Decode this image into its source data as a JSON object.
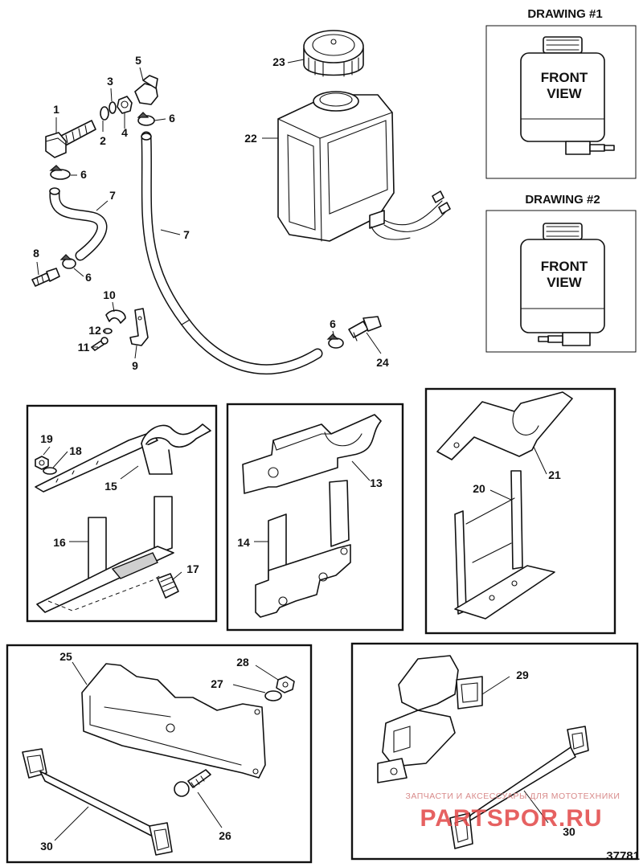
{
  "drawings": [
    {
      "title": "DRAWING #1",
      "label_line1": "FRONT",
      "label_line2": "VIEW"
    },
    {
      "title": "DRAWING #2",
      "label_line1": "FRONT",
      "label_line2": "VIEW"
    }
  ],
  "callouts": {
    "p1": "1",
    "p2": "2",
    "p3": "3",
    "p4": "4",
    "p5": "5",
    "p6a": "6",
    "p6b": "6",
    "p6c": "6",
    "p6d": "6",
    "p7a": "7",
    "p7b": "7",
    "p8": "8",
    "p9": "9",
    "p10": "10",
    "p11": "11",
    "p12": "12",
    "p13": "13",
    "p14": "14",
    "p15": "15",
    "p16": "16",
    "p17": "17",
    "p18": "18",
    "p19": "19",
    "p20": "20",
    "p21": "21",
    "p22": "22",
    "p23": "23",
    "p24": "24",
    "p25": "25",
    "p26": "26",
    "p27": "27",
    "p28": "28",
    "p29": "29",
    "p30a": "30",
    "p30b": "30"
  },
  "watermark": {
    "line1": "ЗАПЧАСТИ И АКСЕССУАРЫ ДЛЯ МОТОТЕХНИКИ",
    "line2": "PARTSPOR.RU"
  },
  "figure_number": "37781"
}
